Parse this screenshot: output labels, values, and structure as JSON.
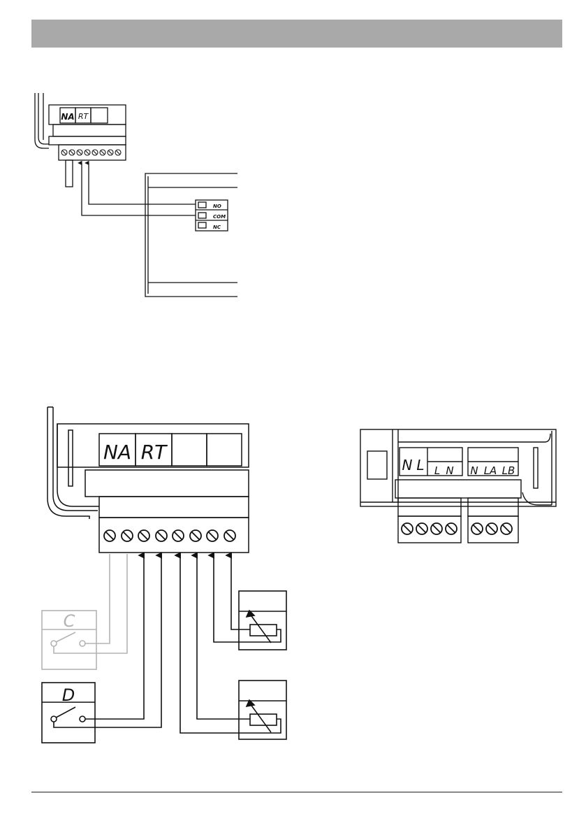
{
  "small_diagram": {
    "terminal_labels": [
      "NA",
      "RT"
    ],
    "relay_labels": [
      "NO",
      "COM",
      "NC"
    ]
  },
  "large_diagram": {
    "terminal_labels": [
      "NA",
      "RT"
    ],
    "switch_labels": [
      "C",
      "D"
    ]
  },
  "power_diagram": {
    "labels": [
      "N",
      "L",
      "L",
      "N",
      "N",
      "LA",
      "LB"
    ]
  },
  "colors": {
    "header": "#a9a9a9",
    "line": "#111111",
    "disabled": "#b4b4b4"
  }
}
